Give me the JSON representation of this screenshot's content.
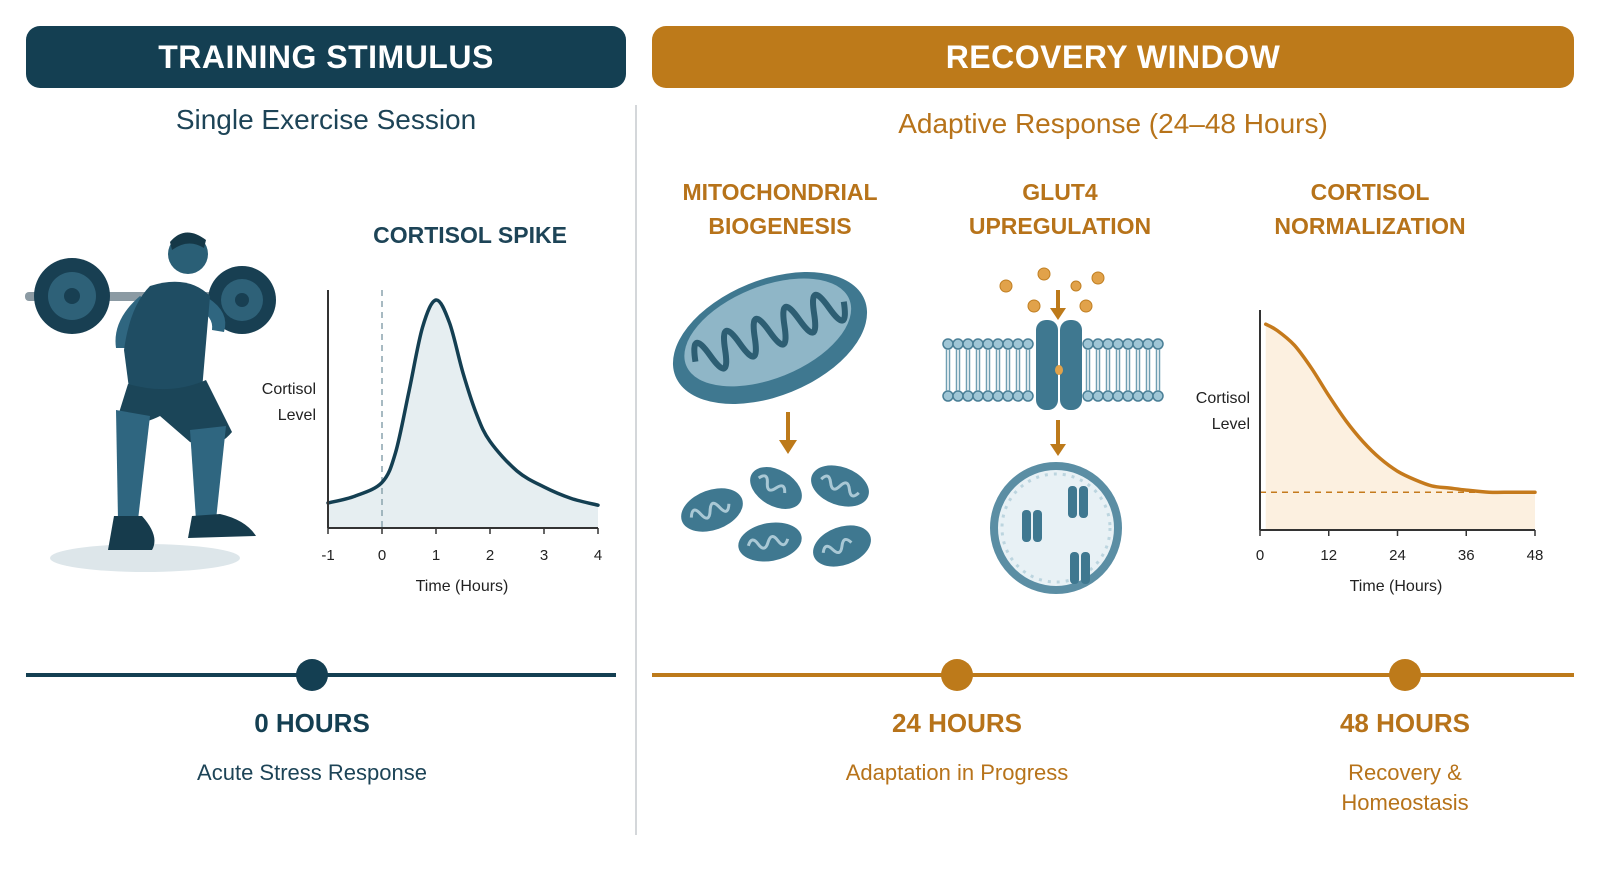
{
  "left_panel": {
    "banner": "TRAINING STIMULUS",
    "subtitle": "Single Exercise Session",
    "chart_title": "CORTISOL SPIKE"
  },
  "right_panel": {
    "banner": "RECOVERY WINDOW",
    "subtitle": "Adaptive Response (24–48 Hours)",
    "sections": [
      {
        "title": "MITOCHONDRIAL\nBIOGENESIS"
      },
      {
        "title": "GLUT4\nUPREGULATION"
      },
      {
        "title": "CORTISOL\nNORMALIZATION"
      }
    ]
  },
  "timeline": [
    {
      "time": "0 HOURS",
      "description": "Acute Stress Response"
    },
    {
      "time": "24 HOURS",
      "description": "Adaptation in Progress"
    },
    {
      "time": "48 HOURS",
      "description": "Recovery &\nHomeostasis"
    }
  ],
  "colors": {
    "navy": "#143f52",
    "amber": "#bd7a1a",
    "teal": "#4a7f96"
  },
  "icons": [
    "athlete-squat-icon",
    "mitochondrion-icon",
    "cell-membrane-icon",
    "vesicle-icon"
  ],
  "chart_data": [
    {
      "type": "line",
      "title": "CORTISOL SPIKE",
      "xlabel": "Time (Hours)",
      "ylabel": "Cortisol\nLevel",
      "xticks": [
        "-1",
        "0",
        "1",
        "2",
        "3",
        "4"
      ],
      "xlim": [
        -1,
        4
      ],
      "ylim": [
        0,
        1
      ],
      "x": [
        -1,
        -0.5,
        0,
        0.25,
        0.5,
        0.75,
        1,
        1.25,
        1.5,
        1.75,
        2,
        2.5,
        3,
        3.5,
        4
      ],
      "y": [
        0.11,
        0.14,
        0.2,
        0.33,
        0.6,
        0.88,
        1.0,
        0.9,
        0.68,
        0.5,
        0.38,
        0.25,
        0.18,
        0.13,
        0.1
      ],
      "marker": {
        "x": 0,
        "style": "dashed"
      }
    },
    {
      "type": "area",
      "title": "",
      "xlabel": "Time (Hours)",
      "ylabel": "Cortisol\nLevel",
      "xticks": [
        "0",
        "12",
        "24",
        "36",
        "48"
      ],
      "xlim": [
        0,
        48
      ],
      "ylim": [
        0,
        1
      ],
      "x": [
        1,
        3,
        6,
        9,
        12,
        15,
        18,
        21,
        24,
        27,
        30,
        33,
        36,
        40,
        44,
        48
      ],
      "y": [
        0.98,
        0.95,
        0.88,
        0.77,
        0.64,
        0.52,
        0.42,
        0.34,
        0.28,
        0.24,
        0.21,
        0.2,
        0.19,
        0.18,
        0.18,
        0.18
      ],
      "baseline": 0.18
    }
  ]
}
